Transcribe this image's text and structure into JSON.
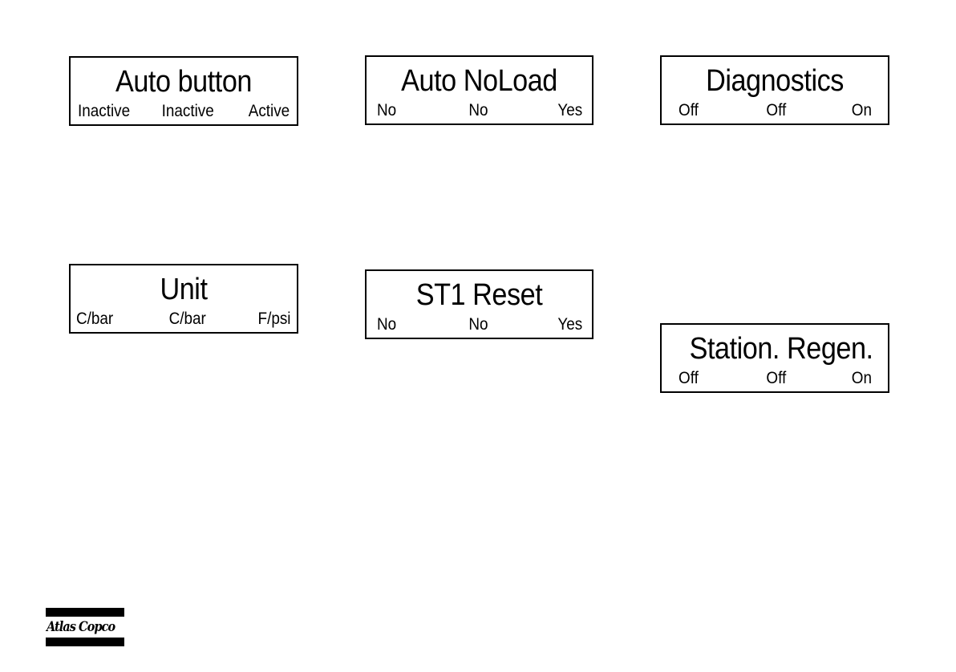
{
  "panels": {
    "auto_button": {
      "title": "Auto button",
      "options": [
        "Inactive",
        "Inactive",
        "Active"
      ]
    },
    "auto_noload": {
      "title": "Auto NoLoad",
      "options": [
        "No",
        "No",
        "Yes"
      ]
    },
    "diagnostics": {
      "title": "Diagnostics",
      "options": [
        "Off",
        "Off",
        "On"
      ]
    },
    "unit": {
      "title": "Unit",
      "options": [
        "C/bar",
        "C/bar",
        "F/psi"
      ]
    },
    "st1_reset": {
      "title": "ST1 Reset",
      "options": [
        "No",
        "No",
        "Yes"
      ]
    },
    "station_regen": {
      "title": "Station. Regen.",
      "options": [
        "Off",
        "Off",
        "On"
      ]
    }
  },
  "logo": {
    "text": "Atlas Copco"
  }
}
